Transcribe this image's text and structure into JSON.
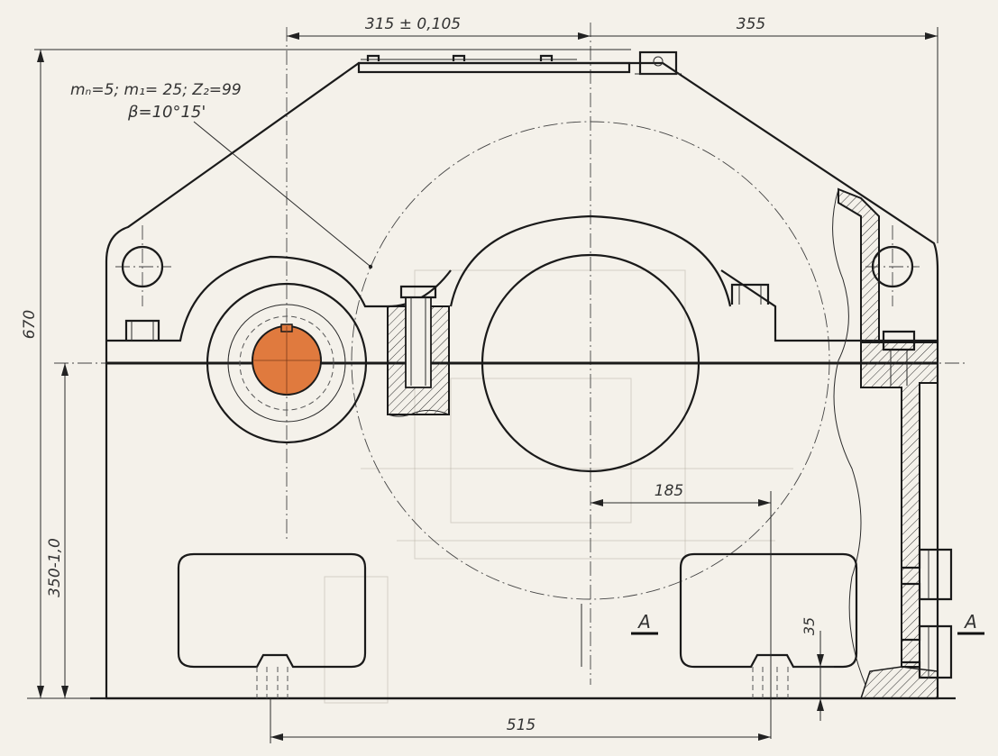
{
  "dimensions": {
    "center_distance": "315 ± 0,105",
    "half_width": "355",
    "overall_height": "670",
    "axis_height": "350-1,0",
    "offset_185": "185",
    "foot_span": "515",
    "foot_height": "35"
  },
  "gear_note": {
    "line1": "mₙ=5; m₁= 25; Z₂=99",
    "line2": "β=10°15'"
  },
  "section_marks": {
    "left": "A",
    "right": "A"
  },
  "colors": {
    "paper": "#f4f1ea",
    "line": "#1a1a1a",
    "shaft_highlight": "#e07a3e"
  }
}
